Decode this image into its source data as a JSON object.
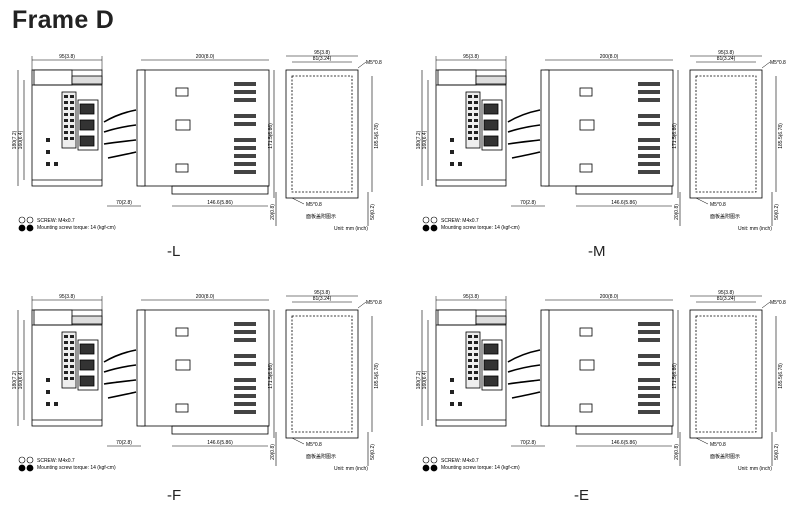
{
  "title": "Frame D",
  "common": {
    "dim_width_front": "95(3.8)",
    "dim_width_depth": "200(8.0)",
    "dim_side_outer": "95(3.8)",
    "dim_side_inner": "81(3.24)",
    "dim_height_front": "180(7.2)",
    "dim_height_front_2": "160(6.4)",
    "dim_height_mid": "171.5(6.86)",
    "dim_height_side": "185.5(6.78)",
    "dim_bottom_left": "70(2.8)",
    "dim_bottom_depth": "146.6(5.86)",
    "dim_side_bottom": "50(0.2)",
    "dim_left_bottom": "20(0.8)",
    "screw_m5_top": "M5*0.8",
    "screw_m5_bottom": "M5*0.8",
    "chinese_note": "面板盖附图示",
    "screw_spec": "SCREW: M4x0.7",
    "torque_spec": "Mounting screw torque: 14 (kgf-cm)",
    "unit_note": "Unit: mm (inch)"
  },
  "variants": [
    {
      "label": "-L"
    },
    {
      "label": "-M"
    },
    {
      "label": "-F"
    },
    {
      "label": "-E"
    }
  ]
}
